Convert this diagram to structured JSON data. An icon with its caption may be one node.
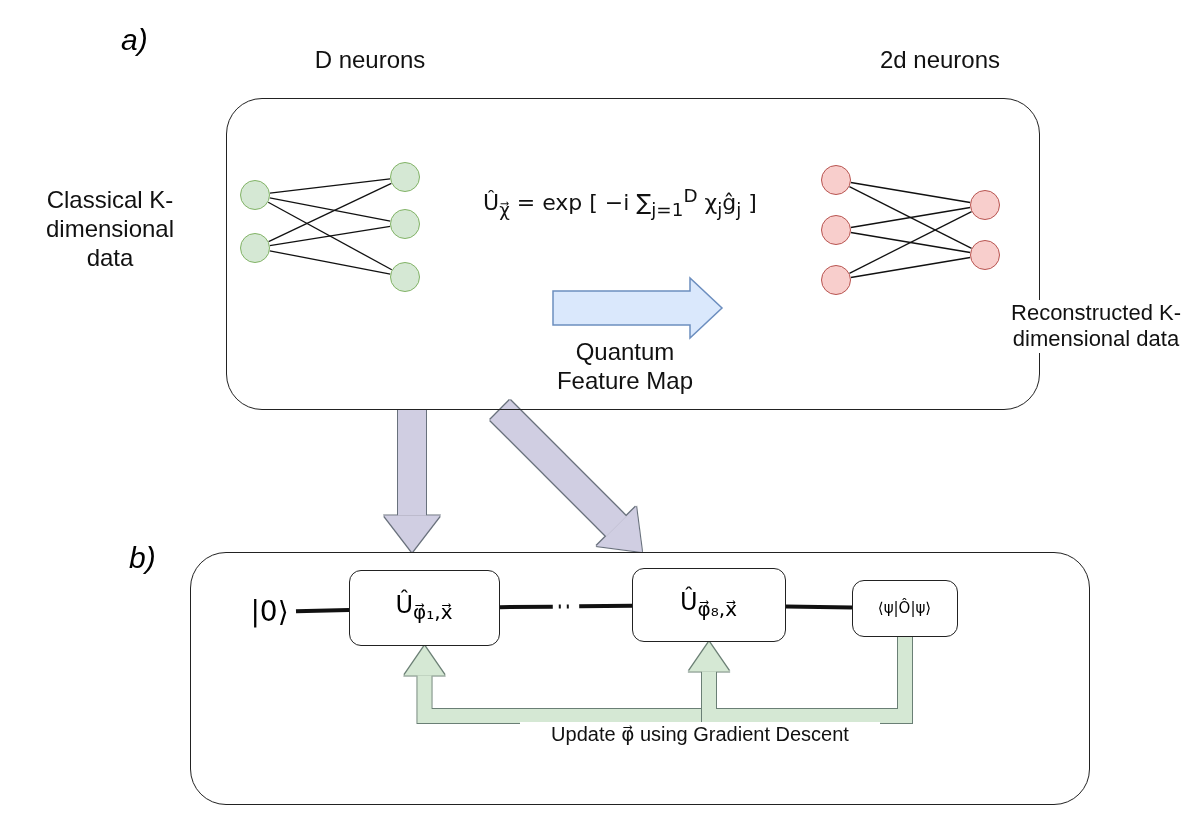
{
  "diagram": {
    "nodes": [
      {
        "text": [
          "a)"
        ]
      },
      {
        "text": [],
        "shape": "circle",
        "in": 0
      },
      {
        "text": [],
        "shape": "circle",
        "in": 0
      },
      {
        "text": [],
        "shape": "circle",
        "in": 0
      },
      {
        "text": [],
        "shape": "circle",
        "in": 0
      },
      {
        "text": [],
        "shape": "circle",
        "in": 0
      },
      {
        "text": [],
        "shape": "circle",
        "in": 0
      },
      {
        "text": [],
        "shape": "circle",
        "in": 0
      },
      {
        "text": [],
        "shape": "circle",
        "in": 0
      },
      {
        "text": [],
        "shape": "circle",
        "in": 0
      },
      {
        "text": [],
        "shape": "circle",
        "in": 0
      },
      {
        "text": [
          "b)"
        ]
      },
      {
        "text": [
          "|0⟩"
        ],
        "in": 11
      },
      {
        "text": [
          "Û$_{φ⃗₁,x⃗}$"
        ],
        "in": 11
      },
      {
        "text": [
          "Û$_{φ⃗₈,x⃗}$"
        ],
        "in": 11
      },
      {
        "text": [
          "⟨ψ|Ô|ψ⟩"
        ],
        "in": 11
      }
    ],
    "edges": [
      {
        "from": 1,
        "to": 3,
        "arrow": "none"
      },
      {
        "from": 1,
        "to": 4,
        "arrow": "none"
      },
      {
        "from": 1,
        "to": 5,
        "arrow": "none"
      },
      {
        "from": 2,
        "to": 3,
        "arrow": "none"
      },
      {
        "from": 2,
        "to": 4,
        "arrow": "none"
      },
      {
        "from": 2,
        "to": 5,
        "arrow": "none"
      },
      {
        "from": 6,
        "to": 9,
        "arrow": "none"
      },
      {
        "from": 6,
        "to": 10,
        "arrow": "none"
      },
      {
        "from": 7,
        "to": 9,
        "arrow": "none"
      },
      {
        "from": 7,
        "to": 10,
        "arrow": "none"
      },
      {
        "from": 8,
        "to": 9,
        "arrow": "none"
      },
      {
        "from": 8,
        "to": 10,
        "arrow": "none"
      },
      {
        "from": 0,
        "to": 11,
        "arrow": "to",
        "style": "thick",
        "color": "#d0cee2"
      },
      {
        "from": 0,
        "to": 11,
        "arrow": "to",
        "style": "thick",
        "color": "#d0cee2"
      },
      {
        "from": 12,
        "to": 13,
        "arrow": "none",
        "style": "thick"
      },
      {
        "from": 13,
        "to": 14,
        "arrow": "none",
        "style": "dashed"
      },
      {
        "from": 14,
        "to": 15,
        "arrow": "none",
        "style": "thick"
      },
      {
        "from": 15,
        "to": 13,
        "arrow": "to",
        "style": "thick",
        "color": "#d5e8d4",
        "label": "Update φ⃗ using Gradient Descent"
      },
      {
        "from": 15,
        "to": 14,
        "arrow": "to",
        "style": "thick",
        "color": "#d5e8d4"
      }
    ],
    "labels": [
      "D neurons",
      "2d neurons",
      "Classical K-dimensional data",
      "Û$_{χ⃗}$ = exp [ −i ∑$_{j=1}$$^{D}$ χ$_{j}$ĝ$_{j}$ ]",
      "Quantum Feature Map",
      "Reconstructed K-dimensional data"
    ]
  }
}
